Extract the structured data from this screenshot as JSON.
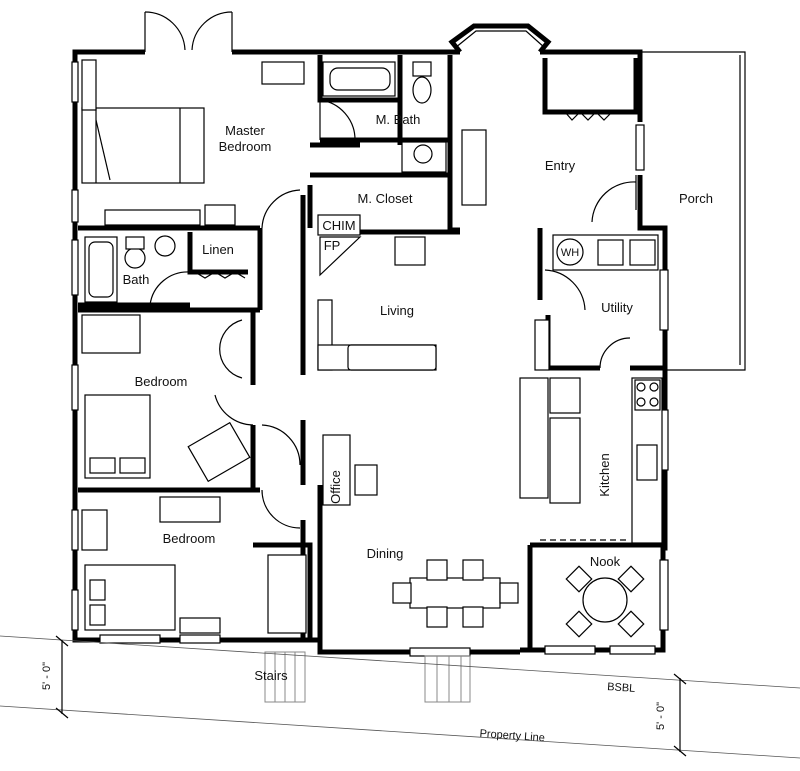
{
  "rooms": {
    "master_bedroom_line1": "Master",
    "master_bedroom_line2": "Bedroom",
    "master_bath": "M. Bath",
    "master_closet": "M. Closet",
    "entry": "Entry",
    "porch": "Porch",
    "bath": "Bath",
    "linen": "Linen",
    "chimney": "CHIM",
    "fireplace": "FP",
    "living": "Living",
    "utility": "Utility",
    "water_heater": "WH",
    "bedroom_upper": "Bedroom",
    "bedroom_lower": "Bedroom",
    "kitchen": "Kitchen",
    "office": "Office",
    "dining": "Dining",
    "nook": "Nook",
    "stairs": "Stairs"
  },
  "site": {
    "setback_left": "5' - 0\"",
    "setback_right": "5' - 0\"",
    "bsbl": "BSBL",
    "property_line": "Property Line"
  }
}
